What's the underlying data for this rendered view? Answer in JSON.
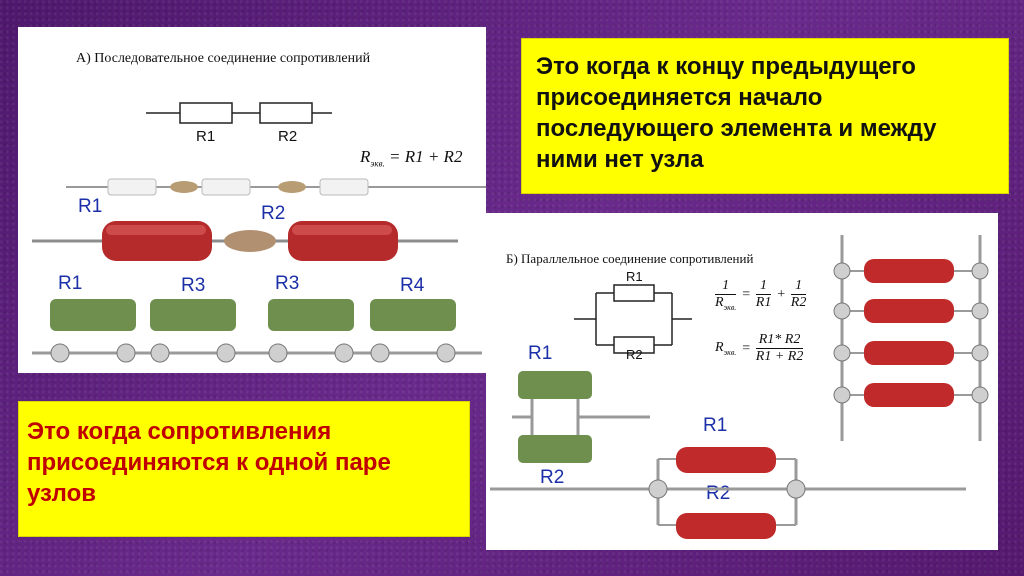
{
  "panel_series": {
    "caption": "А) Последовательное соединение сопротивлений",
    "schematic_labels": [
      "R1",
      "R2"
    ],
    "formula": {
      "lhs": "R",
      "lhs_sub": "экв.",
      "rhs": "= R1 + R2"
    },
    "top_resistor_labels": [
      "R1",
      "R2"
    ],
    "bottom_resistor_labels": [
      "R1",
      "R3",
      "R3",
      "R4"
    ]
  },
  "panel_parallel": {
    "caption": "Б) Параллельное соединение сопротивлений",
    "schematic_labels": [
      "R1",
      "R2"
    ],
    "formula_1": {
      "lhs_num": "1",
      "lhs_den": "R",
      "lhs_sub": "экв.",
      "t1_num": "1",
      "t1_den": "R1",
      "t2_num": "1",
      "t2_den": "R2"
    },
    "formula_2": {
      "lhs": "R",
      "lhs_sub": "экв.",
      "num": "R1* R2",
      "den": "R1 + R2"
    },
    "green_labels": [
      "R1",
      "R2"
    ],
    "red_labels": [
      "R1",
      "R2"
    ]
  },
  "callouts": {
    "series_text": "Это когда  к концу предыдущего присоединяется начало последующего элемента и между ними нет узла",
    "parallel_text": "Это когда сопротивления присоединяются к одной паре узлов"
  },
  "colors": {
    "background": "#5a1f7a",
    "callout_bg": "#ffff00",
    "label_blue": "#1b2fa8",
    "parallel_text": "#c00000",
    "resistor_red": "#b52a2a",
    "resistor_green": "#6f8f4e"
  }
}
